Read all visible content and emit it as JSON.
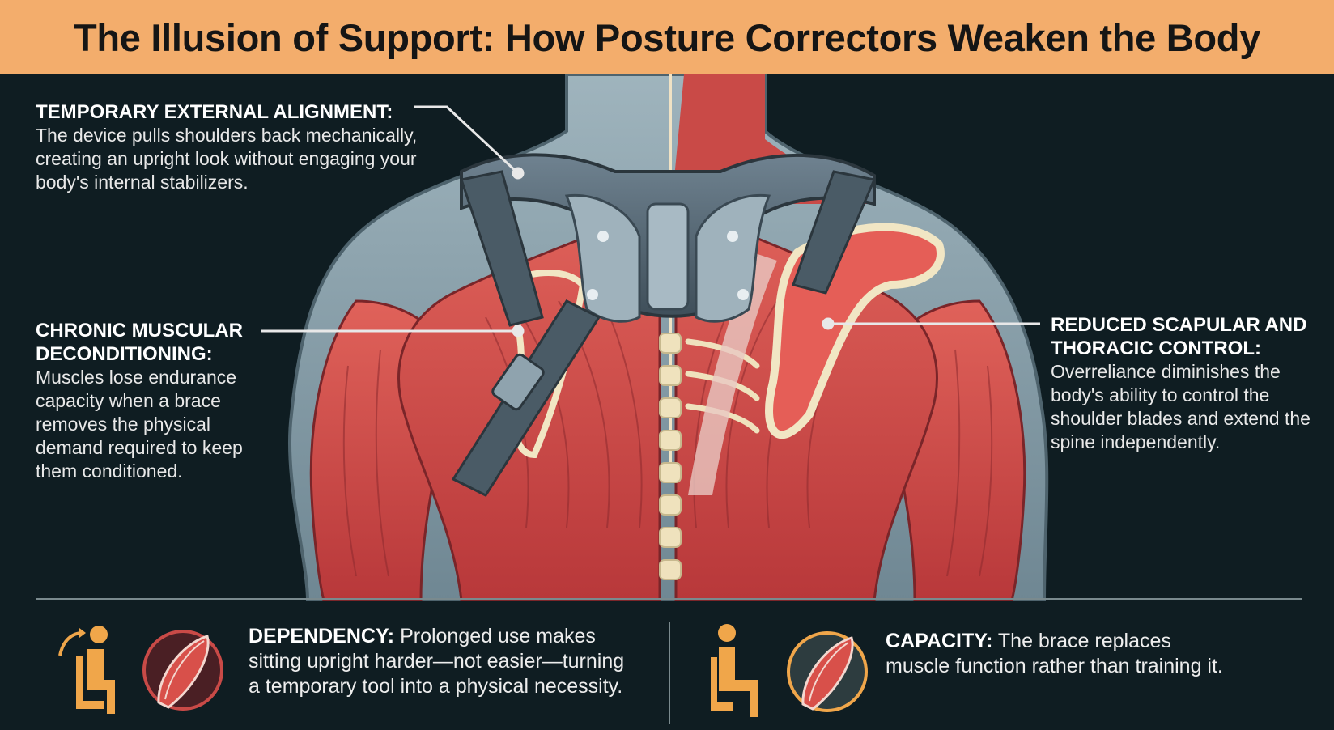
{
  "title": "The Illusion of Support: How Posture Correctors Weaken the Body",
  "colors": {
    "title_bar": "#f3ad6c",
    "background": "#0f1d22",
    "muscle": "#d8504a",
    "brace": "#5d6f7a",
    "skin": "#8ea3ad",
    "bone": "#f1e6c4",
    "icon_orange": "#f0a64a"
  },
  "callouts": {
    "alignment": {
      "head": "TEMPORARY EXTERNAL ALIGNMENT:",
      "body": "The device pulls shoulders back mechanically, creating an upright look without engaging your body's internal stabilizers."
    },
    "deconditioning": {
      "head": "CHRONIC MUSCULAR DECONDITIONING:",
      "body": "Muscles lose endurance capacity when a brace removes the physical demand required to keep them conditioned."
    },
    "scapular": {
      "head": "REDUCED SCAPULAR AND THORACIC CONTROL:",
      "body": "Overreliance diminishes the body's ability to control the shoulder blades and extend the spine independently."
    }
  },
  "bottom": {
    "dependency": {
      "head": "DEPENDENCY:",
      "body": " Prolonged use makes sitting upright harder—not easier—turning a temporary tool into a physical necessity."
    },
    "capacity": {
      "head": "CAPACITY:",
      "body": " The brace replaces muscle function rather than training it."
    }
  },
  "icons": [
    "sitting-person-arrow-icon",
    "muscle-icon",
    "sitting-person-icon",
    "muscle-icon"
  ]
}
